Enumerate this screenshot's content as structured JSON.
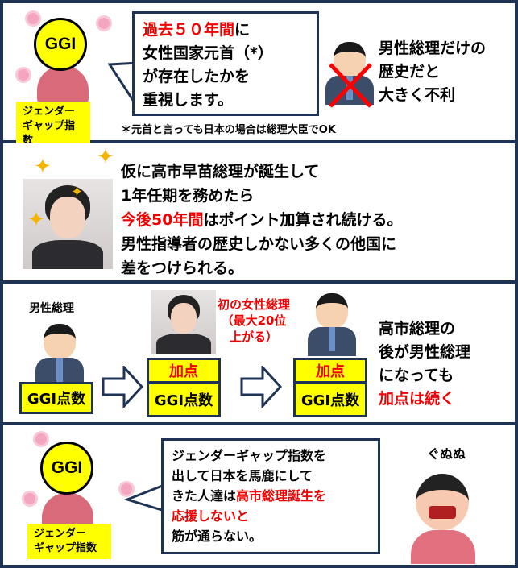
{
  "panel1": {
    "ggi_badge": "GGI",
    "ggi_label_line1": "ジェンダー",
    "ggi_label_line2": "ギャップ指数",
    "bubble_red": "過去５０年間",
    "bubble_line1_rest": "に",
    "bubble_line2": "女性国家元首（*）",
    "bubble_line3": "が存在したかを",
    "bubble_line4": "重視します。",
    "right_line1": "男性総理だけの",
    "right_line2": "歴史だと",
    "right_line3": "大きく不利",
    "footnote": "＊元首と言っても日本の場合は総理大臣でOK"
  },
  "panel2": {
    "line1": "仮に高市早苗総理が誕生して",
    "line2": "1年任期を務めたら",
    "line3_red": "今後50年間",
    "line3_rest": "はポイント加算され続ける。",
    "line4": "男性指導者の歴史しかない多くの他国に",
    "line5": "差をつけられる。"
  },
  "panel3": {
    "male_label": "男性総理",
    "female_label_line1": "初の女性総理",
    "female_label_line2": "（最大20位",
    "female_label_line3": "上がる）",
    "score": "GGI点数",
    "bonus": "加点",
    "right_line1": "高市総理の",
    "right_line2": "後が男性総理",
    "right_line3": "になっても",
    "right_line4_red": "加点は続く"
  },
  "panel4": {
    "ggi_badge": "GGI",
    "ggi_label_line1": "ジェンダー",
    "ggi_label_line2": "ギャップ指数",
    "bubble_line1": "ジェンダーギャップ指数を",
    "bubble_line2": "出して日本を馬鹿にして",
    "bubble_line3_pre": "きた人達は",
    "bubble_line3_red": "高市総理誕生を",
    "bubble_line4_red": "応援しないと",
    "bubble_line5": "筋が通らない。",
    "angry_text": "ぐぬぬ"
  },
  "colors": {
    "accent_red": "#f00000",
    "border_navy": "#1f3354",
    "highlight_yellow": "#ffff00"
  }
}
